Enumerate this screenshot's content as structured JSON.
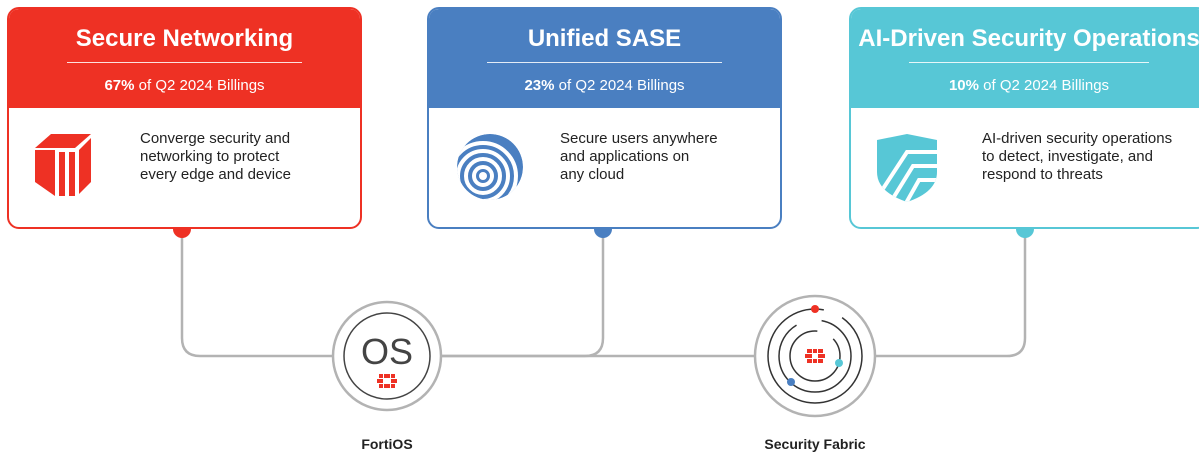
{
  "colors": {
    "networking_red": "#ee3124",
    "sase_blue": "#4a7fc1",
    "secops_teal": "#57c7d6",
    "connector_gray": "#b3b3b3"
  },
  "cards": [
    {
      "title": "Secure Networking",
      "stat_value": "67%",
      "stat_text": " of Q2 2024 Billings",
      "icon": "stacked-boxes-icon",
      "description": [
        "Converge security and",
        "networking to protect",
        "every edge and device"
      ]
    },
    {
      "title": "Unified SASE",
      "stat_value": "23%",
      "stat_text": " of Q2 2024 Billings",
      "icon": "signal-waves-icon",
      "description": [
        "Secure users anywhere",
        "and applications on",
        "any cloud"
      ]
    },
    {
      "title": "AI-Driven Security Operations",
      "stat_value": "10%",
      "stat_text": " of Q2 2024 Billings",
      "icon": "shield-icon",
      "description": [
        "AI-driven security operations",
        "to detect, investigate, and",
        "respond to threats"
      ]
    }
  ],
  "hubs": [
    {
      "label": "FortiOS",
      "glyph": "OS",
      "icon": "fortinet-logo-icon"
    },
    {
      "label": "Security Fabric",
      "icon": "orbit-rings-icon"
    }
  ]
}
